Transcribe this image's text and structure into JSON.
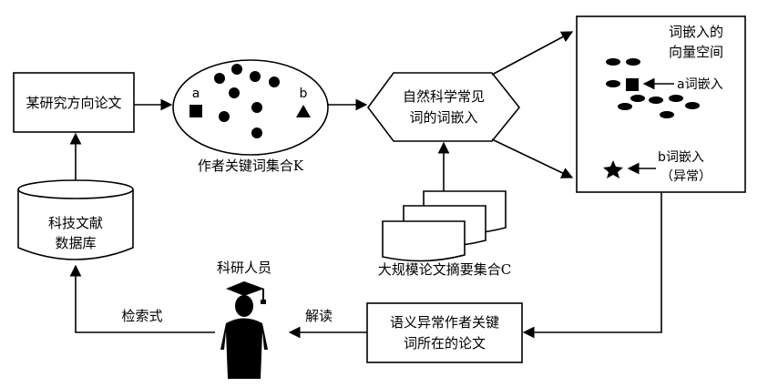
{
  "nodes": {
    "research_papers": "某研究方向论文",
    "database_line1": "科技文献",
    "database_line2": "数据库",
    "keyword_set": "作者关键词集合K",
    "point_a": "a",
    "point_b": "b",
    "embedding_line1": "自然科学常见",
    "embedding_line2": "词的词嵌入",
    "abstract_set": "大规模论文摘要集合C",
    "space_title_line1": "词嵌入的",
    "space_title_line2": "向量空间",
    "a_embedding": "a词嵌入",
    "b_embedding_line1": "b词嵌入",
    "b_embedding_line2": "（异常）",
    "researcher": "科研人员",
    "anomaly_line1": "语义异常作者关键",
    "anomaly_line2": "词所在的论文"
  },
  "edges": {
    "search_query": "检索式",
    "interpret": "解读"
  }
}
